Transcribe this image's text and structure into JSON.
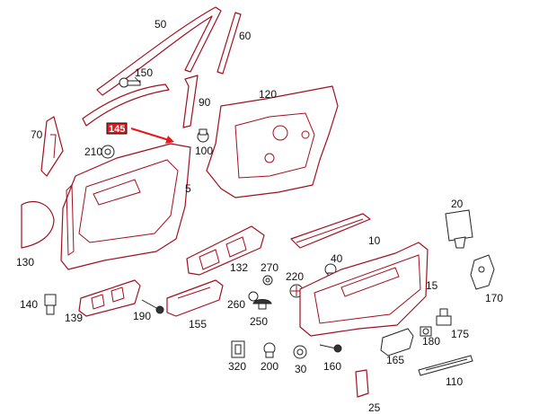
{
  "colors": {
    "part_outline": "#a01020",
    "highlight": "#e8161a",
    "text": "#111111",
    "background": "#ffffff"
  },
  "highlighted_part": {
    "label": "145"
  },
  "callouts": {
    "p50": "50",
    "p60": "60",
    "p150": "150",
    "p90": "90",
    "p120": "120",
    "p70": "70",
    "p100": "100",
    "p210": "210",
    "p5": "5",
    "p20": "20",
    "p130": "130",
    "p10": "10",
    "p40": "40",
    "p132": "132",
    "p270": "270",
    "p220": "220",
    "p15": "15",
    "p170": "170",
    "p140": "140",
    "p139": "139",
    "p190": "190",
    "p155": "155",
    "p260": "260",
    "p250": "250",
    "p180": "180",
    "p175": "175",
    "p165": "165",
    "p320": "320",
    "p200": "200",
    "p30": "30",
    "p160": "160",
    "p110": "110",
    "p25": "25"
  }
}
